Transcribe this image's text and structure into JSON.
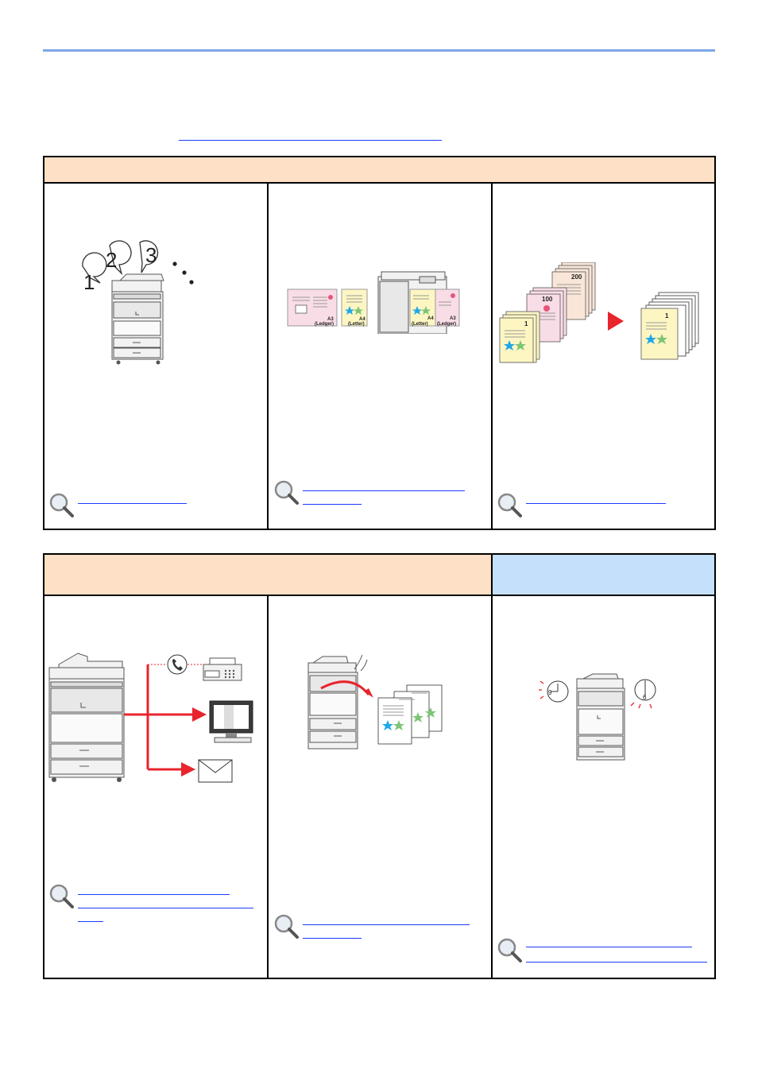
{
  "page": {
    "top_rule_color": "#7fa6e6",
    "link_color": "#1a3cff"
  },
  "section1": {
    "header_color": "#fde0c5",
    "cells": [
      {
        "id": "sequence",
        "icon": "numbered-machine-icon",
        "labels": [
          "1",
          "2",
          "3"
        ]
      },
      {
        "id": "mixed-sizes",
        "icon": "mixed-size-originals-icon",
        "sizes": [
          {
            "main": "A3",
            "sub": "(Ledger)"
          },
          {
            "main": "A4",
            "sub": "(Letter)"
          },
          {
            "main": "A4",
            "sub": "(Letter)"
          },
          {
            "main": "A3",
            "sub": "(Ledger)"
          }
        ]
      },
      {
        "id": "batch-scan",
        "icon": "batch-pages-icon",
        "labels": [
          "200",
          "100",
          "1",
          "1"
        ]
      }
    ]
  },
  "section2": {
    "header_color_left": "#fde0c5",
    "header_color_right": "#c5e0fb",
    "cells": [
      {
        "id": "send-destinations",
        "icon": "send-to-fax-pc-email-icon"
      },
      {
        "id": "scan-pages",
        "icon": "manual-feed-icon"
      },
      {
        "id": "schedule",
        "icon": "timer-machine-icon",
        "labels": [
          "9",
          "6"
        ]
      }
    ]
  },
  "accent_colors": {
    "arrow_red": "#e8242d",
    "star_blue": "#1fa8e8",
    "star_green": "#7cc576",
    "pink_sheet": "#f9dde6",
    "yellow_sheet": "#fdf6c3"
  }
}
